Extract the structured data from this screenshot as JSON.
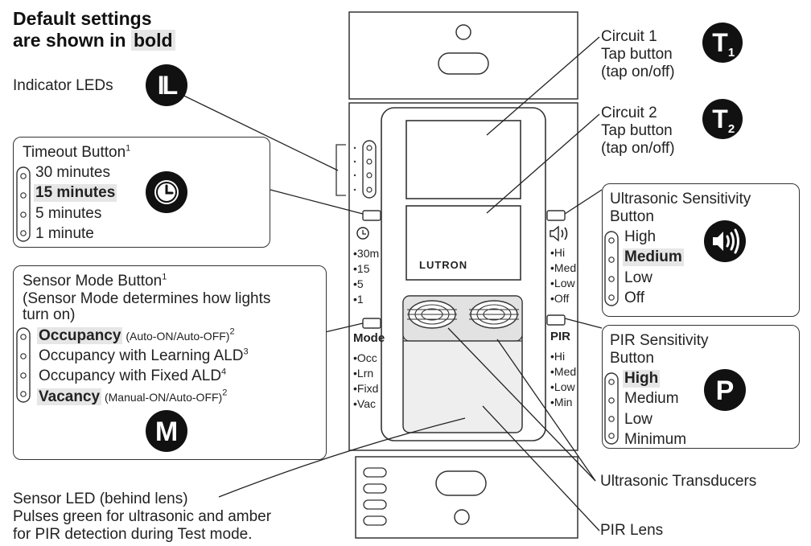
{
  "title_line1": "Default settings",
  "title_line2_prefix": "are shown in",
  "title_line2_bold": "bold",
  "indicator_leds_label": "Indicator LEDs",
  "icons": {
    "indicator": "IL",
    "circuit1": "T",
    "circuit1_sub": "1",
    "circuit2": "T",
    "circuit2_sub": "2",
    "mode": "M",
    "pir": "P",
    "timeout": "clock-icon",
    "ultrasonic": "speaker-icon"
  },
  "timeout": {
    "title": "Timeout Button",
    "title_sup": "1",
    "options": [
      "30 minutes",
      "15 minutes",
      "5 minutes",
      "1 minute"
    ],
    "default_index": 1
  },
  "sensor_mode": {
    "title": "Sensor Mode Button",
    "title_sup": "1",
    "note_line1": "(Sensor Mode determines how lights",
    "note_line2": "turn on)",
    "opt1_main": "Occupancy",
    "opt1_sub": " (Auto-ON/Auto-OFF)",
    "opt1_sup": "2",
    "opt2": "Occupancy with Learning ALD",
    "opt2_sup": "3",
    "opt3": "Occupancy with Fixed ALD",
    "opt3_sup": "4",
    "opt4_main": "Vacancy",
    "opt4_sub": " (Manual-ON/Auto-OFF)",
    "opt4_sup": "2"
  },
  "circuit1": {
    "line1": "Circuit 1",
    "line2": "Tap button",
    "line3": "(tap on/off)"
  },
  "circuit2": {
    "line1": "Circuit 2",
    "line2": "Tap button",
    "line3": "(tap on/off)"
  },
  "ultrasonic": {
    "title_line1": "Ultrasonic Sensitivity",
    "title_line2": "Button",
    "options": [
      "High",
      "Medium",
      "Low",
      "Off"
    ],
    "default_index": 1
  },
  "pir": {
    "title_line1": "PIR Sensitivity",
    "title_line2": "Button",
    "options": [
      "High",
      "Medium",
      "Low",
      "Minimum"
    ],
    "default_index": 0
  },
  "bottom": {
    "sensor_led_line1": "Sensor LED (behind lens)",
    "sensor_led_line2": "Pulses green for ultrasonic and amber",
    "sensor_led_line3": "for PIR detection during Test mode.",
    "ultrasonic_transducers": "Ultrasonic Transducers",
    "pir_lens": "PIR Lens"
  },
  "device": {
    "brand": "LUTRON",
    "left_timeout_labels": [
      "30m",
      "15",
      "5",
      "1"
    ],
    "mode_heading": "Mode",
    "left_mode_labels": [
      "Occ",
      "Lrn",
      "Fixd",
      "Vac"
    ],
    "right_ultra_labels": [
      "Hi",
      "Med",
      "Low",
      "Off"
    ],
    "pir_heading": "PIR",
    "right_pir_labels": [
      "Hi",
      "Med",
      "Low",
      "Min"
    ]
  }
}
